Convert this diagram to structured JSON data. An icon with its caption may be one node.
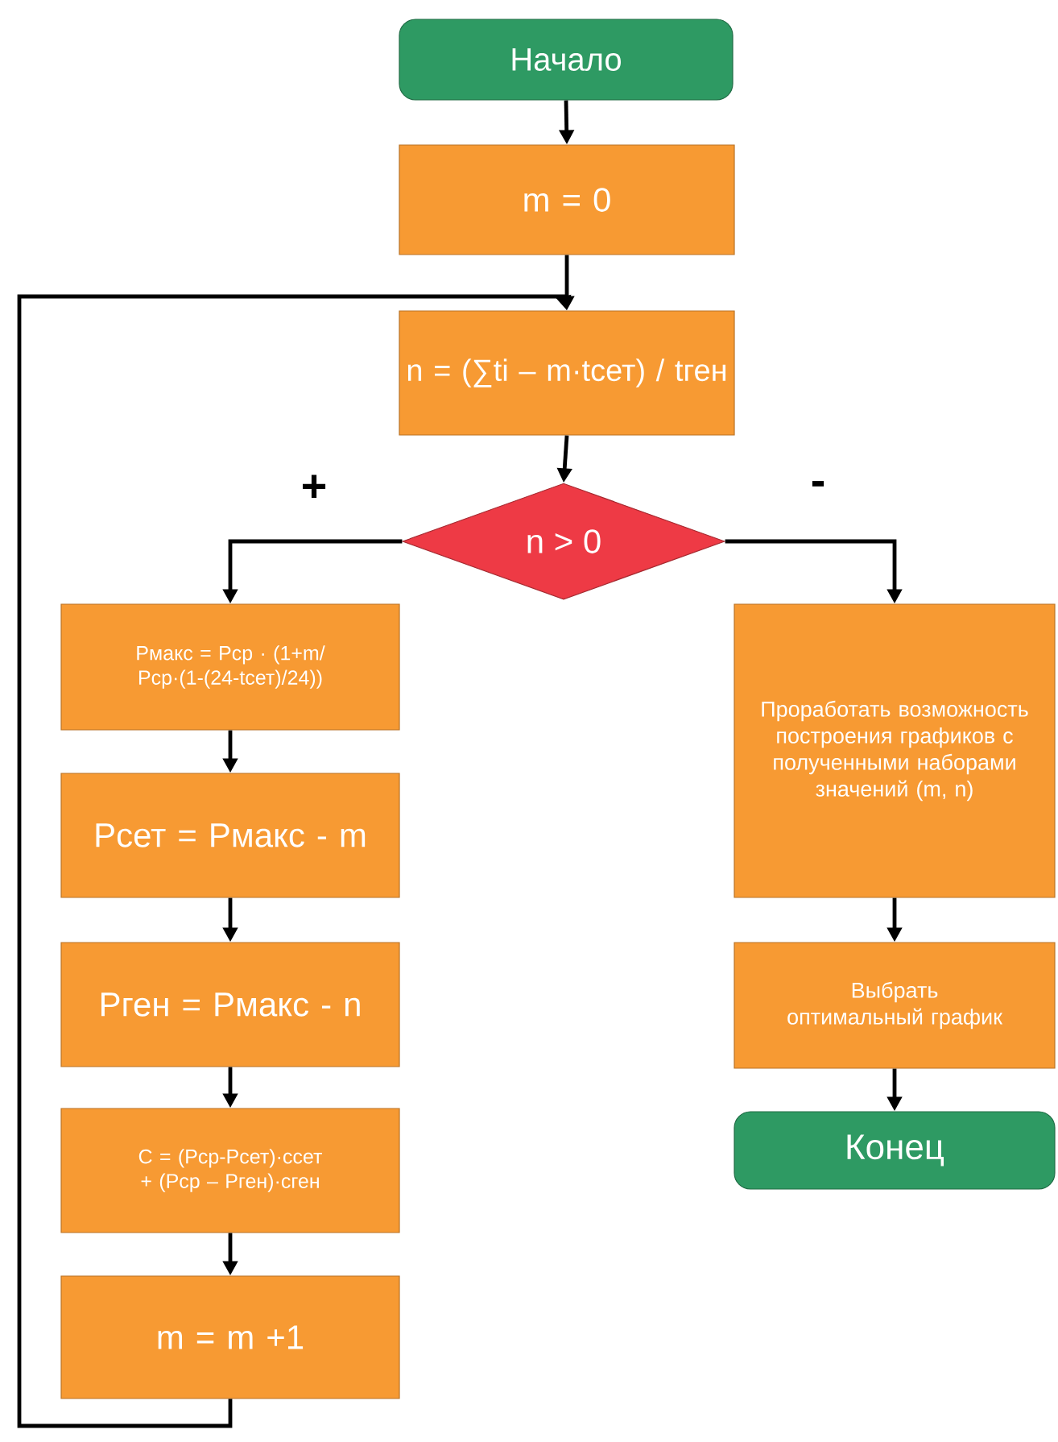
{
  "diagram": {
    "nodes": [
      {
        "text": [
          "Начало"
        ]
      },
      {
        "text": [
          "m = 0"
        ]
      },
      {
        "text": [
          "n = (∑ti – m·tсет) / tген"
        ]
      },
      {
        "text": [
          "n > 0"
        ]
      },
      {
        "text": [
          "Pмакс = Pср · (1+m/ Pср·(1-(24-tсет)/24))"
        ]
      },
      {
        "text": [
          "Pсет = Pмакс - m"
        ]
      },
      {
        "text": [
          "Pген = Pмакс - n"
        ]
      },
      {
        "text": [
          "C = (Pср-Pсет)·cсет + (Pср – Pген)·cген"
        ]
      },
      {
        "text": [
          "m = m +1"
        ]
      },
      {
        "text": [
          "Проработать возможность построения графиков с полученными наборами значений (m, n)"
        ]
      },
      {
        "text": [
          "Выбрать оптимальный график"
        ]
      },
      {
        "text": [
          "Конец"
        ]
      }
    ],
    "edges": [
      {
        "from": 0,
        "to": 1,
        "arrow": "to"
      },
      {
        "from": 1,
        "to": 2,
        "arrow": "to"
      },
      {
        "from": 2,
        "to": 3,
        "arrow": "to"
      },
      {
        "from": 3,
        "to": 4,
        "arrow": "to",
        "label": "+"
      },
      {
        "from": 3,
        "to": 9,
        "arrow": "to",
        "label": "-"
      },
      {
        "from": 4,
        "to": 5,
        "arrow": "to"
      },
      {
        "from": 5,
        "to": 6,
        "arrow": "to"
      },
      {
        "from": 6,
        "to": 7,
        "arrow": "to"
      },
      {
        "from": 7,
        "to": 8,
        "arrow": "to"
      },
      {
        "from": 8,
        "to": 2,
        "arrow": "to"
      },
      {
        "from": 9,
        "to": 10,
        "arrow": "to"
      },
      {
        "from": 10,
        "to": 11,
        "arrow": "to"
      }
    ]
  }
}
